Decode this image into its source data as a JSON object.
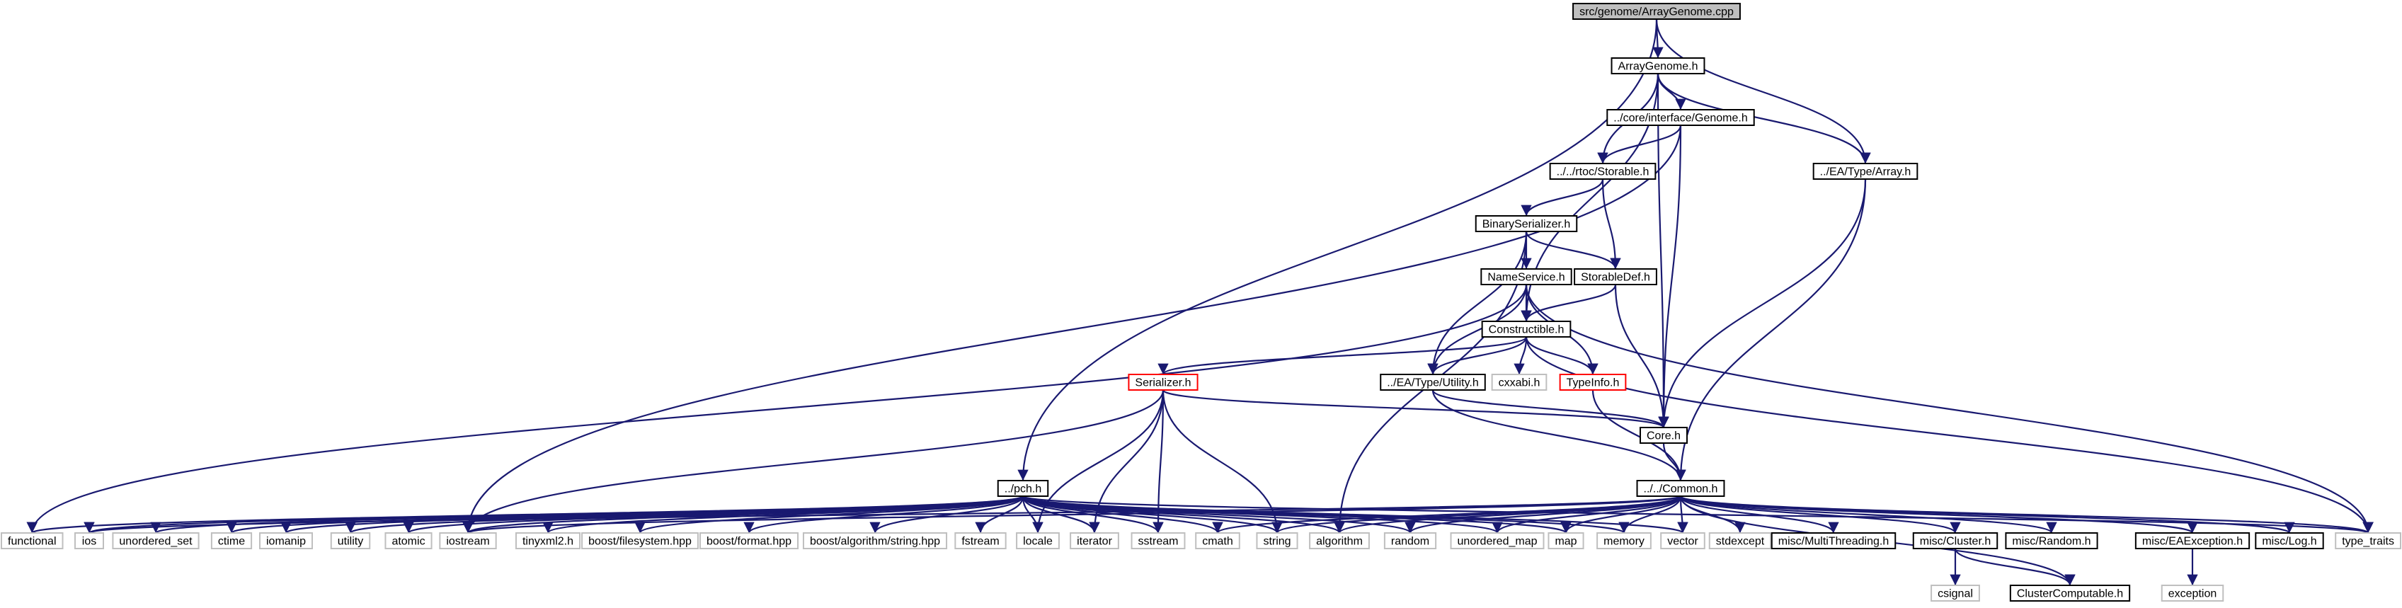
{
  "colors": {
    "edge": "#191970",
    "root_fill": "#bfbfbf",
    "root_border": "#000000",
    "node_border": "#000000",
    "truncated_border": "#ff0000",
    "external_border": "#bfbfbf",
    "external_text": "#000000",
    "background": "#ffffff"
  },
  "nodes": {
    "root": "src/genome/ArrayGenome.cpp",
    "arraygenome_h": "ArrayGenome.h",
    "genome_h": "../core/interface/Genome.h",
    "storable_h": "../../rtoc/Storable.h",
    "array_h": "../EA/Type/Array.h",
    "binaryserializer_h": "BinarySerializer.h",
    "nameservice_h": "NameService.h",
    "storabledef_h": "StorableDef.h",
    "constructible_h": "Constructible.h",
    "serializer_h": "Serializer.h",
    "utility_h": "../EA/Type/Utility.h",
    "cxxabi_h": "cxxabi.h",
    "typeinfo_h": "TypeInfo.h",
    "core_h": "Core.h",
    "pch_h": "../pch.h",
    "common_h": "../../Common.h",
    "functional": "functional",
    "ios": "ios",
    "unordered_set": "unordered_set",
    "ctime": "ctime",
    "iomanip": "iomanip",
    "utility": "utility",
    "atomic": "atomic",
    "iostream": "iostream",
    "tinyxml2_h": "tinyxml2.h",
    "boost_filesystem": "boost/filesystem.hpp",
    "boost_format": "boost/format.hpp",
    "boost_algo_string": "boost/algorithm/string.hpp",
    "fstream": "fstream",
    "locale": "locale",
    "iterator": "iterator",
    "sstream": "sstream",
    "cmath": "cmath",
    "string": "string",
    "algorithm": "algorithm",
    "random": "random",
    "unordered_map": "unordered_map",
    "map": "map",
    "memory": "memory",
    "vector": "vector",
    "stdexcept": "stdexcept",
    "multithreading_h": "misc/MultiThreading.h",
    "cluster_h": "misc/Cluster.h",
    "random_h": "misc/Random.h",
    "eaexception_h": "misc/EAException.h",
    "log_h": "misc/Log.h",
    "type_traits": "type_traits",
    "csignal": "csignal",
    "clustercomputable_h": "ClusterComputable.h",
    "exception": "exception"
  },
  "edges": [
    [
      "root",
      "arraygenome_h"
    ],
    [
      "root",
      "array_h"
    ],
    [
      "root",
      "pch_h"
    ],
    [
      "arraygenome_h",
      "genome_h"
    ],
    [
      "arraygenome_h",
      "array_h"
    ],
    [
      "arraygenome_h",
      "storable_h"
    ],
    [
      "arraygenome_h",
      "constructible_h"
    ],
    [
      "arraygenome_h",
      "core_h"
    ],
    [
      "genome_h",
      "storable_h"
    ],
    [
      "genome_h",
      "core_h"
    ],
    [
      "genome_h",
      "iostream"
    ],
    [
      "storable_h",
      "binaryserializer_h"
    ],
    [
      "storable_h",
      "storabledef_h"
    ],
    [
      "array_h",
      "core_h"
    ],
    [
      "array_h",
      "common_h"
    ],
    [
      "binaryserializer_h",
      "nameservice_h"
    ],
    [
      "binaryserializer_h",
      "storabledef_h"
    ],
    [
      "binaryserializer_h",
      "utility_h"
    ],
    [
      "binaryserializer_h",
      "algorithm"
    ],
    [
      "nameservice_h",
      "constructible_h"
    ],
    [
      "nameservice_h",
      "utility_h"
    ],
    [
      "nameservice_h",
      "typeinfo_h"
    ],
    [
      "nameservice_h",
      "functional"
    ],
    [
      "nameservice_h",
      "type_traits"
    ],
    [
      "storabledef_h",
      "constructible_h"
    ],
    [
      "storabledef_h",
      "core_h"
    ],
    [
      "constructible_h",
      "serializer_h"
    ],
    [
      "constructible_h",
      "utility_h"
    ],
    [
      "constructible_h",
      "cxxabi_h"
    ],
    [
      "constructible_h",
      "typeinfo_h"
    ],
    [
      "constructible_h",
      "type_traits"
    ],
    [
      "serializer_h",
      "core_h"
    ],
    [
      "serializer_h",
      "iostream"
    ],
    [
      "serializer_h",
      "locale"
    ],
    [
      "serializer_h",
      "iterator"
    ],
    [
      "serializer_h",
      "sstream"
    ],
    [
      "serializer_h",
      "string"
    ],
    [
      "utility_h",
      "core_h"
    ],
    [
      "utility_h",
      "common_h"
    ],
    [
      "typeinfo_h",
      "common_h"
    ],
    [
      "core_h",
      "common_h"
    ],
    [
      "pch_h",
      "functional"
    ],
    [
      "pch_h",
      "ios"
    ],
    [
      "pch_h",
      "unordered_set"
    ],
    [
      "pch_h",
      "ctime"
    ],
    [
      "pch_h",
      "iomanip"
    ],
    [
      "pch_h",
      "utility"
    ],
    [
      "pch_h",
      "atomic"
    ],
    [
      "pch_h",
      "iostream"
    ],
    [
      "pch_h",
      "tinyxml2_h"
    ],
    [
      "pch_h",
      "boost_filesystem"
    ],
    [
      "pch_h",
      "boost_format"
    ],
    [
      "pch_h",
      "boost_algo_string"
    ],
    [
      "pch_h",
      "fstream"
    ],
    [
      "pch_h",
      "locale"
    ],
    [
      "pch_h",
      "iterator"
    ],
    [
      "pch_h",
      "sstream"
    ],
    [
      "pch_h",
      "cmath"
    ],
    [
      "pch_h",
      "string"
    ],
    [
      "pch_h",
      "algorithm"
    ],
    [
      "pch_h",
      "random"
    ],
    [
      "pch_h",
      "unordered_map"
    ],
    [
      "pch_h",
      "map"
    ],
    [
      "pch_h",
      "memory"
    ],
    [
      "pch_h",
      "vector"
    ],
    [
      "pch_h",
      "type_traits"
    ],
    [
      "common_h",
      "ios"
    ],
    [
      "common_h",
      "iostream"
    ],
    [
      "common_h",
      "cmath"
    ],
    [
      "common_h",
      "string"
    ],
    [
      "common_h",
      "algorithm"
    ],
    [
      "common_h",
      "random"
    ],
    [
      "common_h",
      "unordered_map"
    ],
    [
      "common_h",
      "map"
    ],
    [
      "common_h",
      "memory"
    ],
    [
      "common_h",
      "vector"
    ],
    [
      "common_h",
      "stdexcept"
    ],
    [
      "common_h",
      "multithreading_h"
    ],
    [
      "common_h",
      "cluster_h"
    ],
    [
      "common_h",
      "random_h"
    ],
    [
      "common_h",
      "eaexception_h"
    ],
    [
      "common_h",
      "log_h"
    ],
    [
      "common_h",
      "type_traits"
    ],
    [
      "common_h",
      "clustercomputable_h"
    ],
    [
      "cluster_h",
      "csignal"
    ],
    [
      "cluster_h",
      "clustercomputable_h"
    ],
    [
      "eaexception_h",
      "exception"
    ]
  ]
}
